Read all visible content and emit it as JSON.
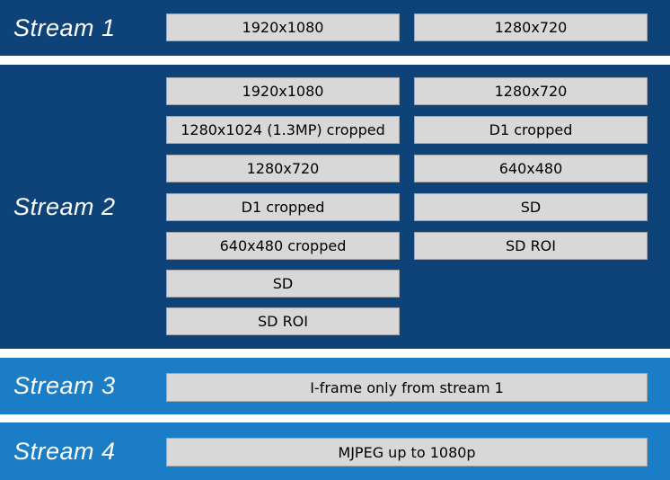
{
  "colors": {
    "dark_band": "#0d4378",
    "light_band": "#1a7dc5",
    "box_fill": "#d8d8d8",
    "box_border": "#a6a6a6",
    "box_text": "#000000",
    "label_text": "#ffffff",
    "background": "#ffffff"
  },
  "stream1": {
    "label": "Stream 1",
    "boxes": [
      "1920x1080",
      "1280x720"
    ]
  },
  "stream2": {
    "label": "Stream 2",
    "left_column": [
      "1920x1080",
      "1280x1024 (1.3MP) cropped",
      "1280x720",
      "D1 cropped",
      "640x480 cropped",
      "SD",
      "SD ROI"
    ],
    "right_column": [
      "1280x720",
      "D1 cropped",
      "640x480",
      "SD",
      "SD ROI"
    ]
  },
  "stream3": {
    "label": "Stream 3",
    "boxes": [
      "I-frame only from stream 1"
    ]
  },
  "stream4": {
    "label": "Stream 4",
    "boxes": [
      "MJPEG up to 1080p"
    ]
  }
}
